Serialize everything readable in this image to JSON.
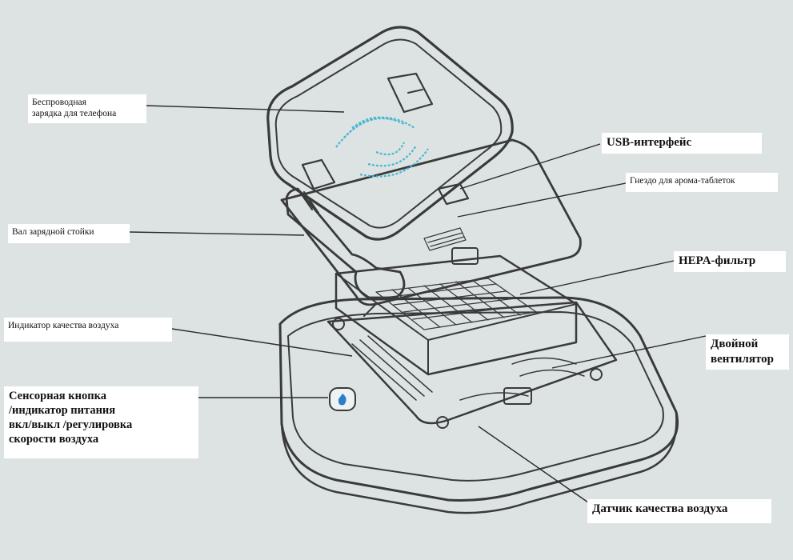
{
  "labels": {
    "wireless_charging": "Беспроводная\nзарядка для телефона",
    "usb_interface": "USB-интерфейс",
    "aroma_slot": "Гнездо для арома-таблеток",
    "stand_shaft": "Вал зарядной стойки",
    "hepa_filter": "HEPA-фильтр",
    "air_quality_indicator": "Индикатор качества воздуха",
    "dual_fan": "Двойной\nвентилятор",
    "touch_button": " Сенсорная кнопка\n/индикатор питания\nвкл/выкл /регулировка\nскорости воздуха",
    "air_quality_sensor": "Датчик качества воздуха"
  },
  "colors": {
    "background": "#dde3e3",
    "line": "#3a3a3a",
    "wireless_waves": "#4ab8d0",
    "button_accent": "#2a7fc8"
  },
  "icons": [
    "wireless-charging-icon",
    "power-button-icon"
  ]
}
